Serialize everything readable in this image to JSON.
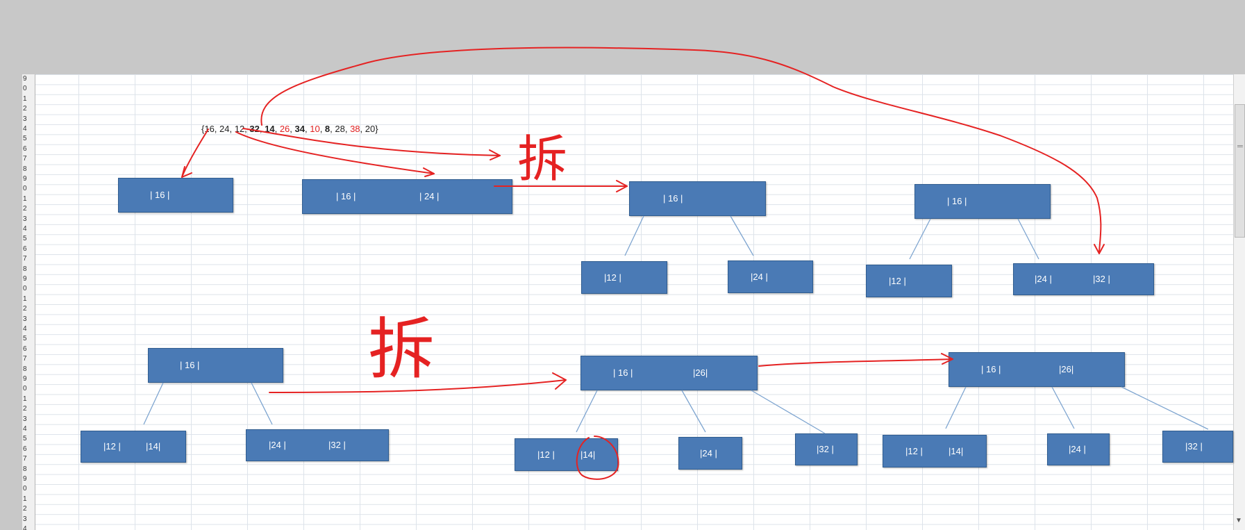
{
  "sequence": {
    "tokens": [
      {
        "text": "{16, 24, 12, ",
        "style": "normal"
      },
      {
        "text": "32",
        "style": "bold"
      },
      {
        "text": ", ",
        "style": "normal"
      },
      {
        "text": "14",
        "style": "bold"
      },
      {
        "text": ", ",
        "style": "normal"
      },
      {
        "text": "26",
        "style": "red"
      },
      {
        "text": ", ",
        "style": "normal"
      },
      {
        "text": "34",
        "style": "bold"
      },
      {
        "text": ", ",
        "style": "normal"
      },
      {
        "text": "10",
        "style": "red"
      },
      {
        "text": ", ",
        "style": "normal"
      },
      {
        "text": "8",
        "style": "bold"
      },
      {
        "text": ", 28, ",
        "style": "normal"
      },
      {
        "text": "38",
        "style": "red"
      },
      {
        "text": ", 20}",
        "style": "normal"
      }
    ]
  },
  "annotations": {
    "split_char_1": "拆",
    "split_char_2": "拆"
  },
  "nodes": {
    "r1_a": [
      "| 16 |"
    ],
    "r1_b": [
      "| 16 |",
      "| 24 |"
    ],
    "r1_c_root": [
      "| 16 |"
    ],
    "r1_c_left": [
      "|12 |"
    ],
    "r1_c_right": [
      "|24 |"
    ],
    "r1_d_root": [
      "| 16 |"
    ],
    "r1_d_left": [
      "|12 |"
    ],
    "r1_d_right": [
      "|24 |",
      "|32 |"
    ],
    "r2_a_root": [
      "| 16 |"
    ],
    "r2_a_left": [
      "|12 |",
      "|14|"
    ],
    "r2_a_right": [
      "|24 |",
      "|32 |"
    ],
    "r2_b_root": [
      "| 16 |",
      "|26|"
    ],
    "r2_b_c1": [
      "|12 |",
      "|14|"
    ],
    "r2_b_c2": [
      "|24 |"
    ],
    "r2_b_c3": [
      "|32 |"
    ],
    "r2_c_root": [
      "| 16 |",
      "|26|"
    ],
    "r2_c_c1": [
      "|12 |",
      "|14|"
    ],
    "r2_c_c2": [
      "|24 |"
    ],
    "r2_c_c3": [
      "|32 |"
    ]
  },
  "rows": [
    "9",
    "0",
    "1",
    "2",
    "3",
    "4",
    "5",
    "6",
    "7",
    "8",
    "9",
    "0",
    "1",
    "2",
    "3",
    "4",
    "5",
    "6",
    "7",
    "8",
    "9",
    "0",
    "1",
    "2",
    "3",
    "4",
    "5",
    "6",
    "7",
    "8",
    "9",
    "0",
    "1",
    "2",
    "3",
    "4",
    "5",
    "6",
    "7",
    "8",
    "9",
    "0",
    "1",
    "2",
    "3",
    "4"
  ],
  "colors": {
    "node_fill": "#4a7ab5",
    "ink": "#e52222",
    "connector": "#7ea5d0",
    "grid": "#dde3ea"
  }
}
